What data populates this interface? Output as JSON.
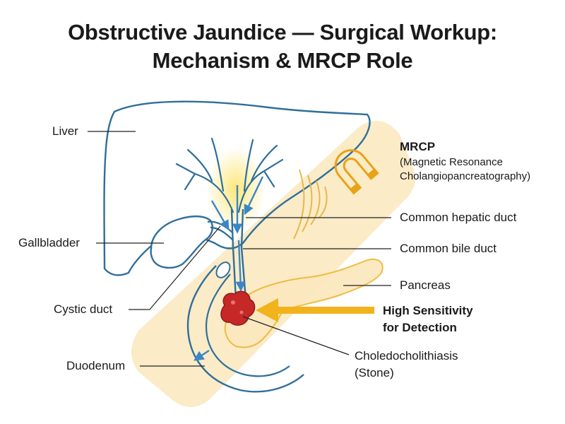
{
  "title": {
    "line1": "Obstructive Jaundice — Surgical Workup:",
    "line2": "Mechanism & MRCP Role"
  },
  "labels": {
    "liver": "Liver",
    "gallbladder": "Gallbladder",
    "cystic_duct": "Cystic duct",
    "duodenum": "Duodenum",
    "mrcp_title": "MRCP",
    "mrcp_line1": "(Magnetic Resonance",
    "mrcp_line2": "Cholangiopancreatography)",
    "common_hepatic_duct": "Common hepatic duct",
    "common_bile_duct": "Common bile duct",
    "pancreas": "Pancreas",
    "detection_line1": "High Sensitivity",
    "detection_line2": "for Detection",
    "stone_line1": "Choledocholithiasis",
    "stone_line2": "(Stone)"
  },
  "colors": {
    "outline_blue": "#2f6f9a",
    "flow_arrow_blue": "#3b86c4",
    "mrcp_band": "#fbe8bf",
    "pancreas_gold": "#f0b93a",
    "arrow_gold": "#f2b21c",
    "stone_red": "#c62828",
    "leader_line": "#222222"
  },
  "icons": {
    "magnet": "magnet-icon",
    "signal": "signal-waves-icon",
    "stone": "stone-icon"
  }
}
